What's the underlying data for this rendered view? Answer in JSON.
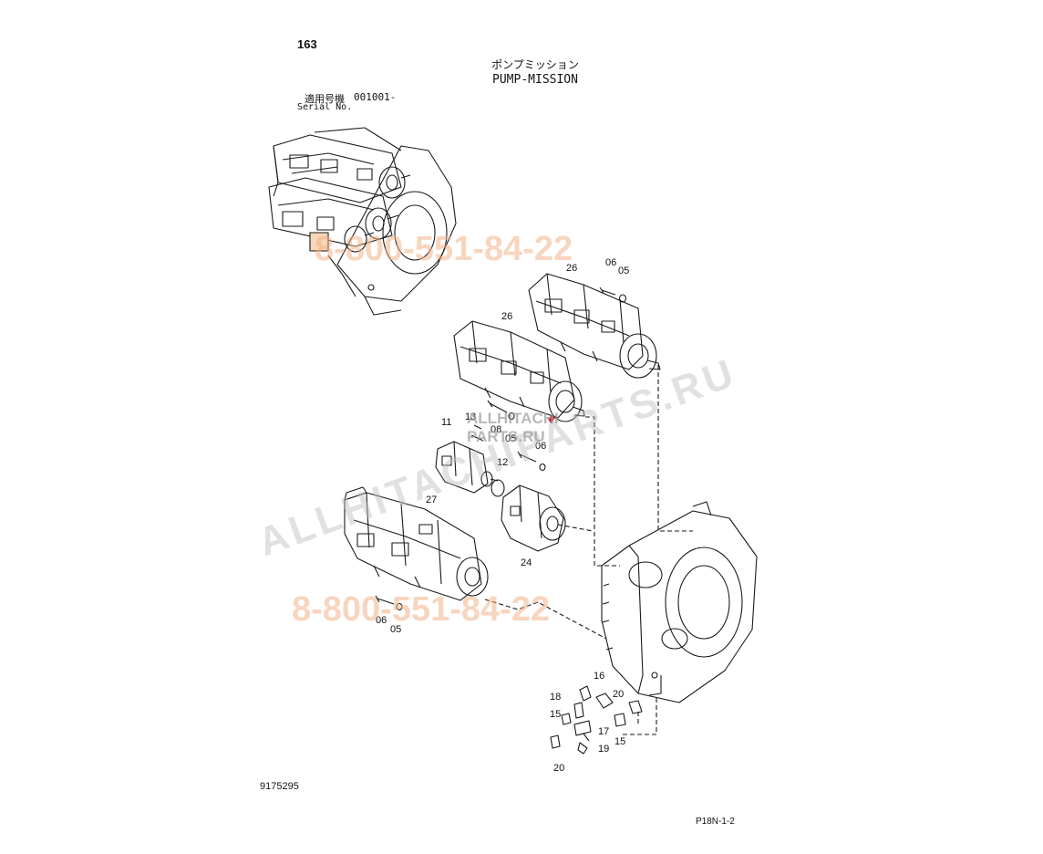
{
  "header": {
    "page_number": "163",
    "title_jp": "ポンプミッション",
    "title_en": "PUMP-MISSION",
    "serial_label_jp": "適用号機",
    "serial_value": "001001-",
    "serial_label_en": "Serial No."
  },
  "callouts": {
    "c26a": "26",
    "c06a": "06",
    "c05a": "05",
    "c26b": "26",
    "c11": "11",
    "c13": "13",
    "c08": "08",
    "c05c": "05",
    "c06c": "06",
    "c12": "12",
    "c27": "27",
    "c24": "24",
    "c06d": "06",
    "c05d": "05",
    "c18": "18",
    "c16": "16",
    "c20a": "20",
    "c15a": "15",
    "c17": "17",
    "c15b": "15",
    "c19": "19",
    "c20b": "20"
  },
  "watermarks": {
    "phone": "8-800-551-84-22",
    "site": "ALLHITACHIPARTS.RU",
    "logo_line1": "ALLHITACHI",
    "logo_line2": "PARTS.RU"
  },
  "footer": {
    "drawing_number": "9175295",
    "sheet_code": "P18N-1-2"
  },
  "colors": {
    "line": "#1a1a1a",
    "watermark_phone": "#f3b48a",
    "watermark_site": "#bdbdbd",
    "logo_red": "#d21f26"
  }
}
